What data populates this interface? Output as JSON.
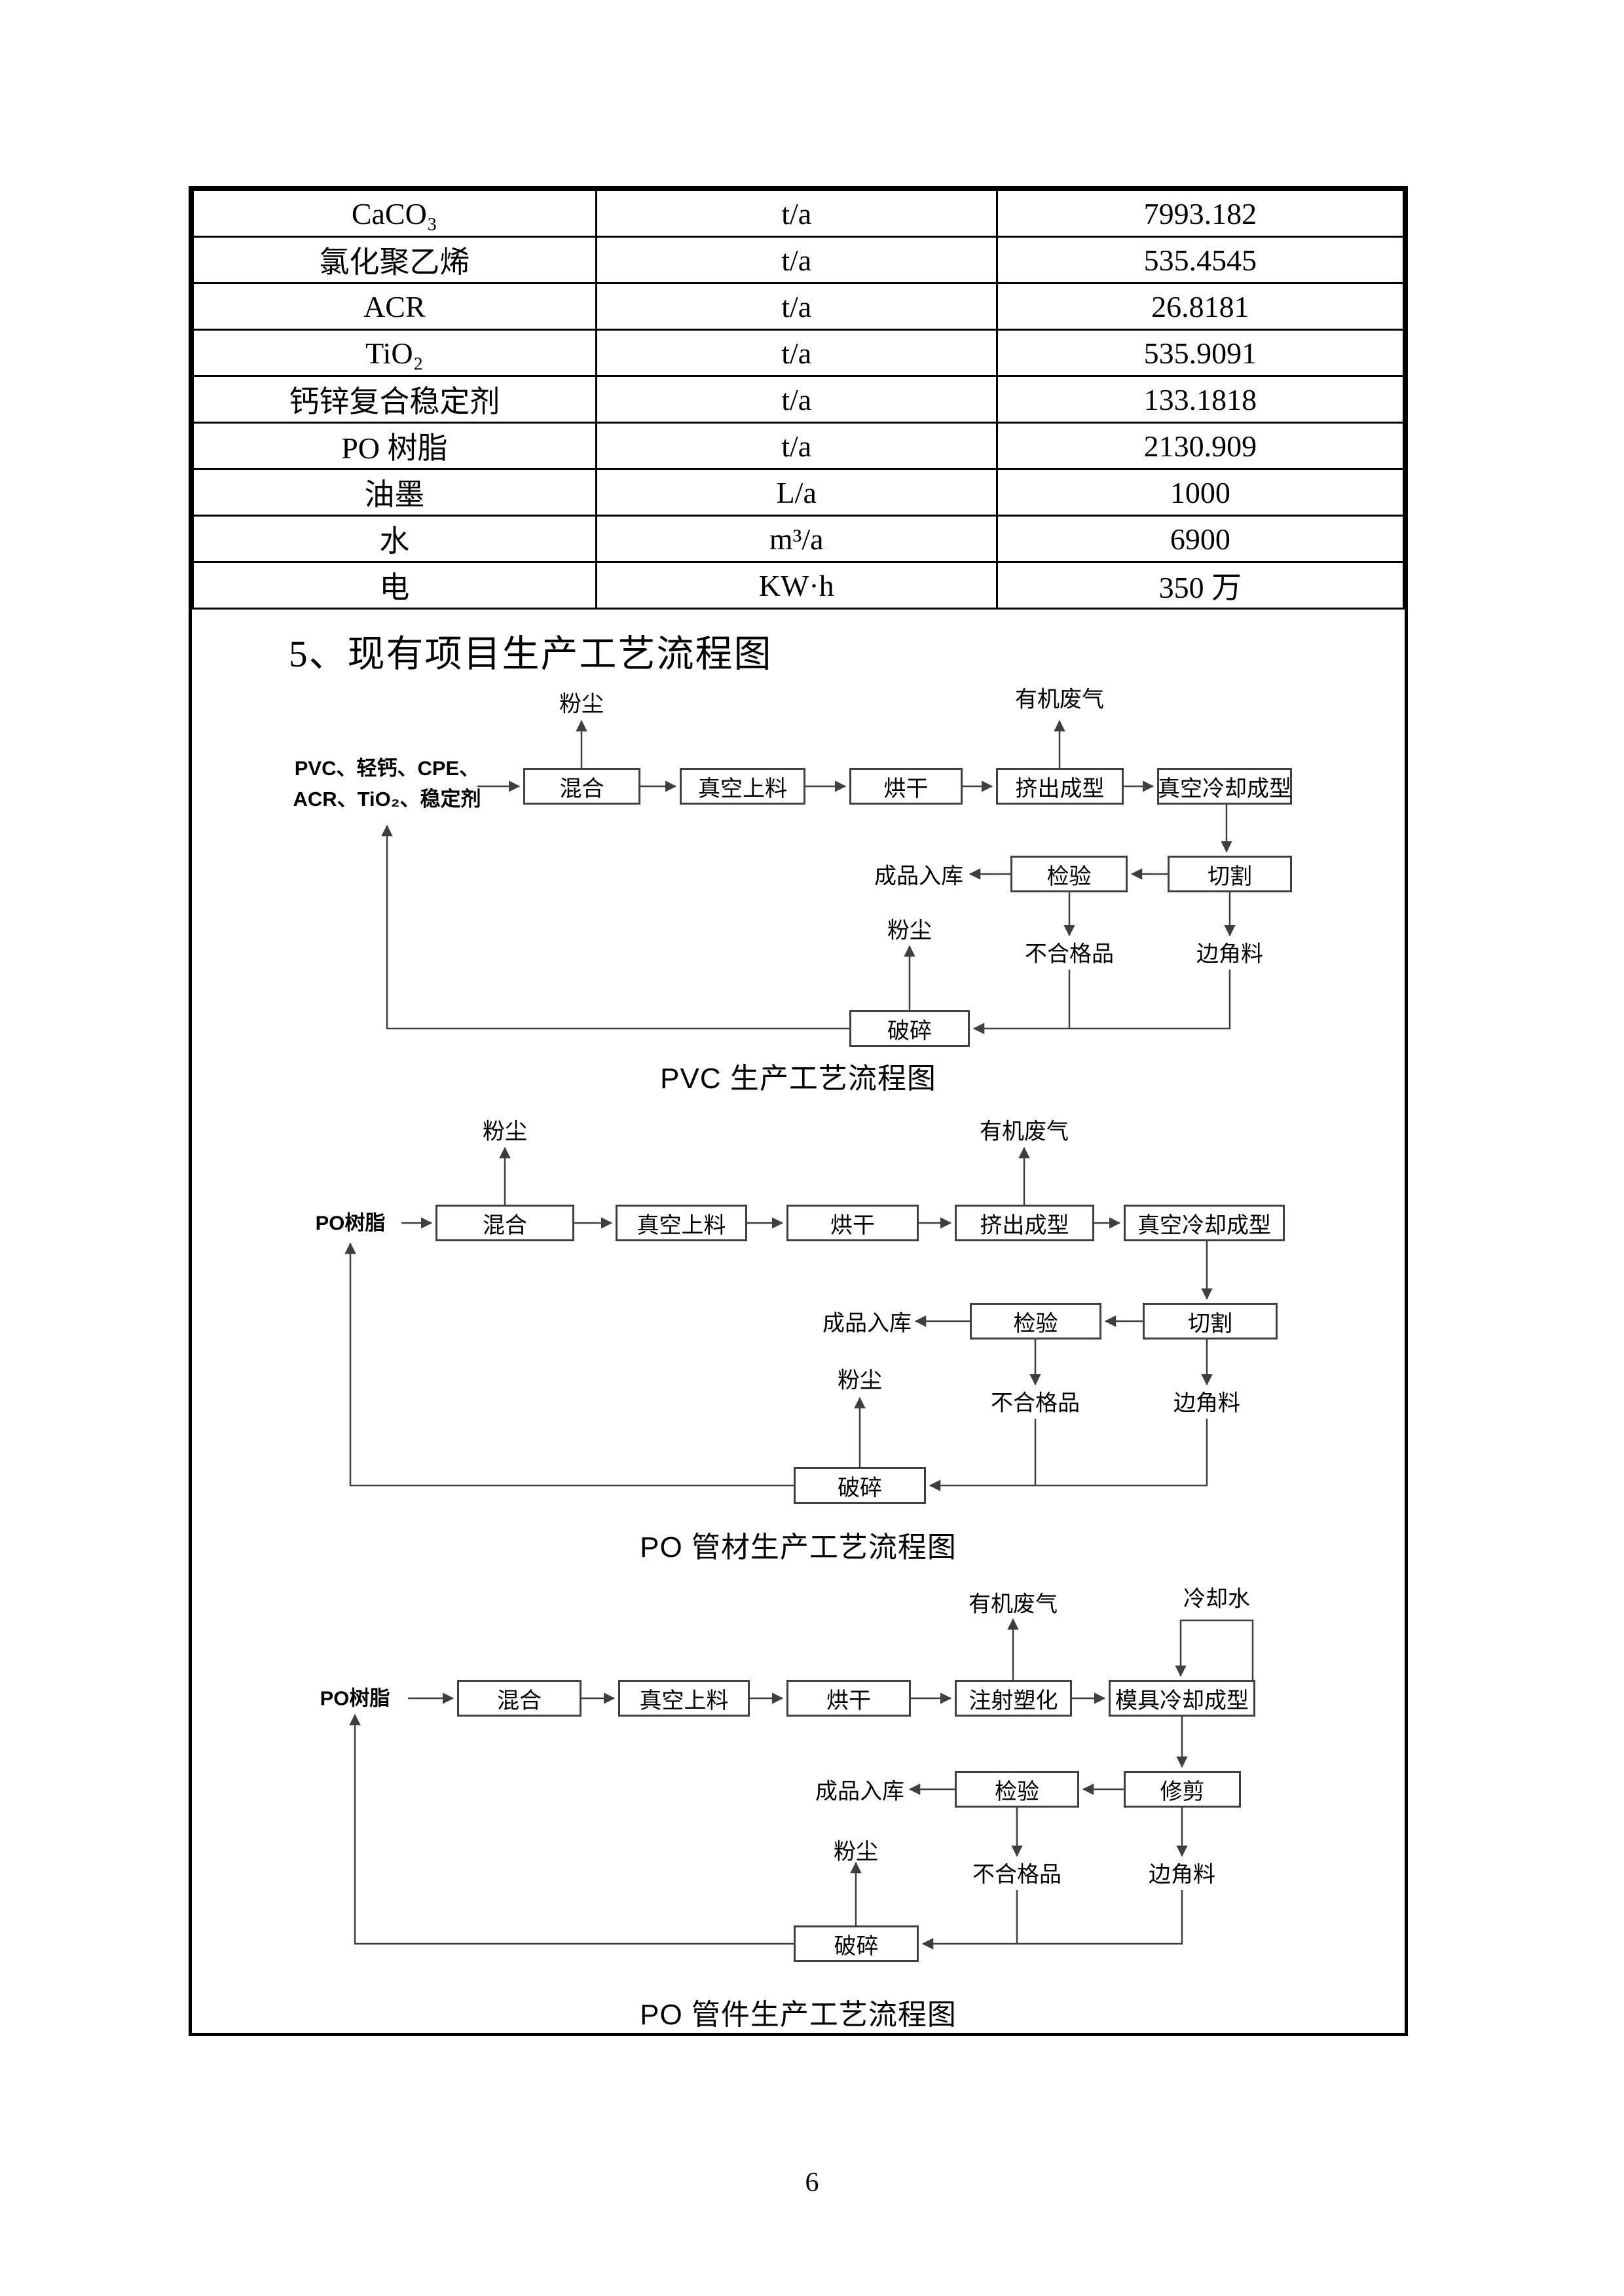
{
  "page_number": "6",
  "section_heading": "5、现有项目生产工艺流程图",
  "materials_table": {
    "rows": [
      {
        "material": "CaCO₃",
        "unit": "t/a",
        "value": "7993.182"
      },
      {
        "material": "氯化聚乙烯",
        "unit": "t/a",
        "value": "535.4545"
      },
      {
        "material": "ACR",
        "unit": "t/a",
        "value": "26.8181"
      },
      {
        "material": "TiO₂",
        "unit": "t/a",
        "value": "535.9091"
      },
      {
        "material": "钙锌复合稳定剂",
        "unit": "t/a",
        "value": "133.1818"
      },
      {
        "material": "PO 树脂",
        "unit": "t/a",
        "value": "2130.909"
      },
      {
        "material": "油墨",
        "unit": "L/a",
        "value": "1000"
      },
      {
        "material": "水",
        "unit": "m³/a",
        "value": "6900"
      },
      {
        "material": "电",
        "unit": "KW·h",
        "value": "350 万"
      }
    ]
  },
  "flowchart_pvc": {
    "caption": "PVC 生产工艺流程图",
    "input_line1": "PVC、轻钙、CPE、",
    "input_line2": "ACR、TiO₂、稳定剂",
    "boxes": {
      "mix": "混合",
      "vacuum_feed": "真空上料",
      "dry": "烘干",
      "extrude": "挤出成型",
      "vacuum_cool": "真空冷却成型",
      "inspect": "检验",
      "cut": "切割",
      "crush": "破碎"
    },
    "labels": {
      "dust_mix": "粉尘",
      "organic_gas": "有机废气",
      "storage": "成品入库",
      "dust_crush": "粉尘",
      "rejects": "不合格品",
      "scrap": "边角料"
    }
  },
  "flowchart_po_pipe": {
    "caption": "PO 管材生产工艺流程图",
    "input": "PO树脂",
    "boxes": {
      "mix": "混合",
      "vacuum_feed": "真空上料",
      "dry": "烘干",
      "extrude": "挤出成型",
      "vacuum_cool": "真空冷却成型",
      "inspect": "检验",
      "cut": "切割",
      "crush": "破碎"
    },
    "labels": {
      "dust_mix": "粉尘",
      "organic_gas": "有机废气",
      "storage": "成品入库",
      "dust_crush": "粉尘",
      "rejects": "不合格品",
      "scrap": "边角料"
    }
  },
  "flowchart_po_fitting": {
    "caption": "PO 管件生产工艺流程图",
    "input": "PO树脂",
    "boxes": {
      "mix": "混合",
      "vacuum_feed": "真空上料",
      "dry": "烘干",
      "inject": "注射塑化",
      "mold_cool": "模具冷却成型",
      "inspect": "检验",
      "trim": "修剪",
      "crush": "破碎"
    },
    "labels": {
      "organic_gas": "有机废气",
      "cooling_water": "冷却水",
      "storage": "成品入库",
      "dust_crush": "粉尘",
      "rejects": "不合格品",
      "scrap": "边角料"
    }
  }
}
